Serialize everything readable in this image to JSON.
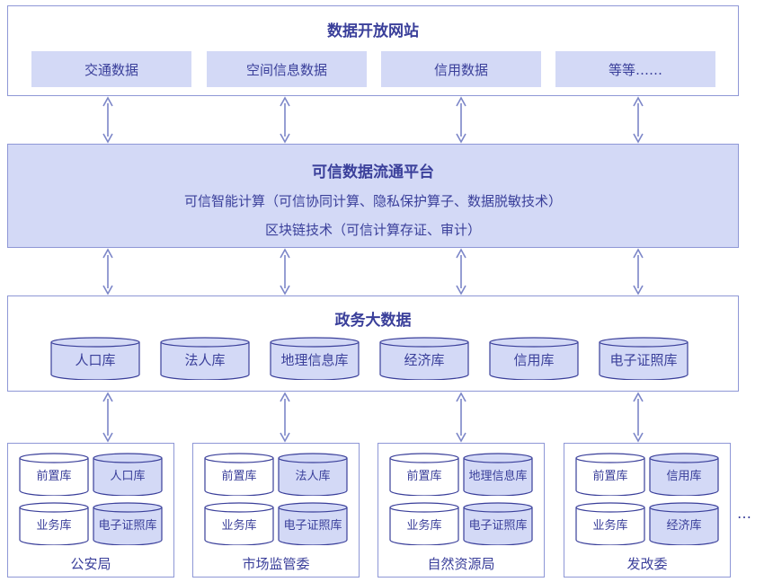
{
  "open_site": {
    "title": "数据开放网站",
    "items": [
      "交通数据",
      "空间信息数据",
      "信用数据",
      "等等……"
    ]
  },
  "platform": {
    "title": "可信数据流通平台",
    "line1": "可信智能计算（可信协同计算、隐私保护算子、数据脱敏技术）",
    "line2": "区块链技术（可信计算存证、审计）"
  },
  "gov": {
    "title": "政务大数据",
    "dbs": [
      "人口库",
      "法人库",
      "地理信息库",
      "经济库",
      "信用库",
      "电子证照库"
    ]
  },
  "departments": [
    {
      "name": "公安局",
      "dbs": [
        "前置库",
        "人口库",
        "业务库",
        "电子证照库"
      ]
    },
    {
      "name": "市场监管委",
      "dbs": [
        "前置库",
        "法人库",
        "业务库",
        "电子证照库"
      ]
    },
    {
      "name": "自然资源局",
      "dbs": [
        "前置库",
        "地理信息库",
        "业务库",
        "电子证照库"
      ]
    },
    {
      "name": "发改委",
      "dbs": [
        "前置库",
        "信用库",
        "业务库",
        "经济库"
      ]
    }
  ],
  "more": "…",
  "colors": {
    "border": "#8e97d6",
    "fill": "#d3d9f6",
    "text": "#3a3f9a",
    "arrow": "#7c86c8"
  }
}
